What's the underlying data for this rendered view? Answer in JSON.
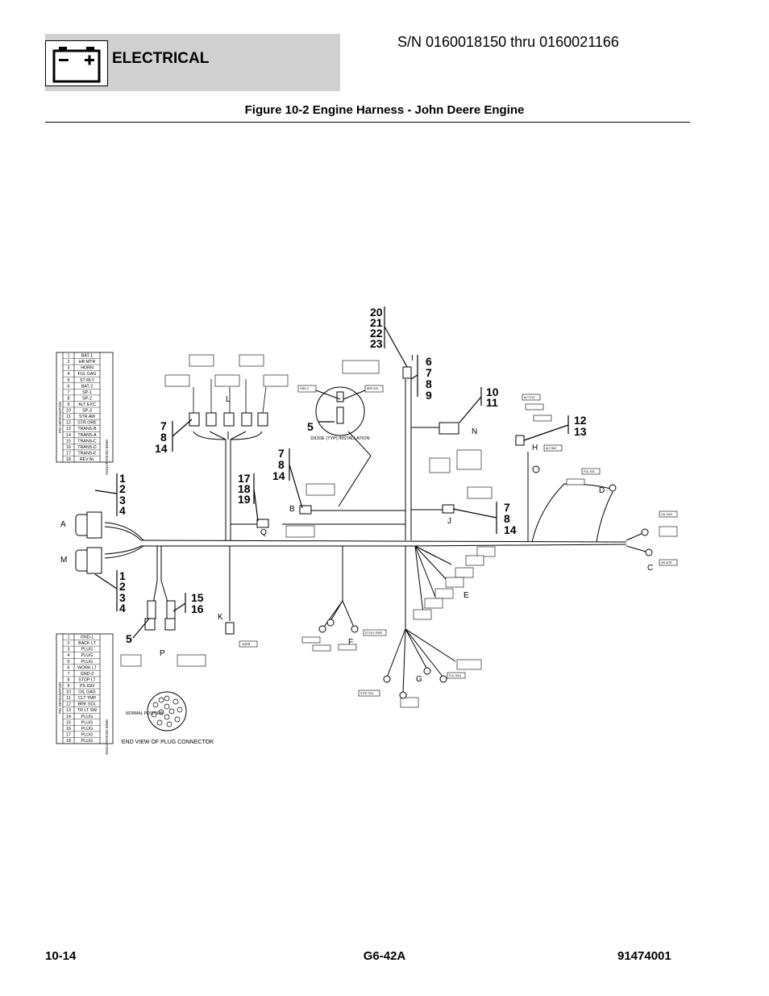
{
  "header": {
    "section_title": "ELECTRICAL",
    "serial": "S/N 0160018150 thru 0160021166"
  },
  "figure_title": "Figure 10-2 Engine Harness - John Deere Engine",
  "footer": {
    "page": "10-14",
    "model": "G6-42A",
    "doc_number": "91474001"
  },
  "callouts": {
    "group_20_23": [
      "20",
      "21",
      "22",
      "23"
    ],
    "group_6_9": [
      "6",
      "7",
      "8",
      "9"
    ],
    "group_10_11": [
      "10",
      "11"
    ],
    "group_12_13": [
      "12",
      "13"
    ],
    "group_7_8_14_a": [
      "7",
      "8",
      "14"
    ],
    "group_7_8_14_b": [
      "7",
      "8",
      "14"
    ],
    "group_7_8_14_c": [
      "7",
      "8",
      "14"
    ],
    "group_17_19": [
      "17",
      "18",
      "19"
    ],
    "group_1_4_a": [
      "1",
      "2",
      "3",
      "4"
    ],
    "group_1_4_b": [
      "1",
      "2",
      "3",
      "4"
    ],
    "group_15_16": [
      "15",
      "16"
    ],
    "item_5_a": "5",
    "item_5_b": "5"
  },
  "connector_letters": [
    "A",
    "B",
    "C",
    "D",
    "E",
    "F",
    "G",
    "H",
    "I",
    "J",
    "K",
    "L",
    "M",
    "N",
    "P",
    "Q"
  ],
  "table_a": {
    "header_pin": "PIN DESIGNATION",
    "header_wire": "WIRE DESIGNATION",
    "rows": [
      [
        "1",
        "BAT-1"
      ],
      [
        "2",
        "HR MTR"
      ],
      [
        "3",
        "HORN"
      ],
      [
        "4",
        "FUL GAG"
      ],
      [
        "5",
        "ST RLY"
      ],
      [
        "6",
        "BAT-2"
      ],
      [
        "7",
        "SP-1"
      ],
      [
        "8",
        "SP-2"
      ],
      [
        "9",
        "ALT EXC"
      ],
      [
        "10",
        "SP-3"
      ],
      [
        "11",
        "STR AW"
      ],
      [
        "12",
        "STR ORE"
      ],
      [
        "13",
        "TRANS-B"
      ],
      [
        "14",
        "TRANS-A"
      ],
      [
        "15",
        "TRANS-C"
      ],
      [
        "16",
        "TRANS-D"
      ],
      [
        "17",
        "TRANS-E"
      ],
      [
        "18",
        "REV AL"
      ]
    ]
  },
  "table_m": {
    "header_pin": "PIN DESIGNATION",
    "header_wire": "WIRE DESIGNATION",
    "rows": [
      [
        "1",
        "GND-1"
      ],
      [
        "2",
        "BACK LT"
      ],
      [
        "3",
        "PLUG"
      ],
      [
        "4",
        "PLUG"
      ],
      [
        "5",
        "PLUG"
      ],
      [
        "6",
        "WORK LT"
      ],
      [
        "7",
        "GND-2"
      ],
      [
        "8",
        "STOP LT"
      ],
      [
        "9",
        "PS IGN"
      ],
      [
        "10",
        "OIL GAG"
      ],
      [
        "11",
        "CLT TMP"
      ],
      [
        "12",
        "BRK SOL"
      ],
      [
        "13",
        "TR LT SW"
      ],
      [
        "14",
        "PLUG"
      ],
      [
        "15",
        "PLUG"
      ],
      [
        "16",
        "PLUG"
      ],
      [
        "17",
        "PLUG"
      ],
      [
        "18",
        "PLUG"
      ]
    ]
  },
  "notes": {
    "diode": "DIODE (TYP) INSTALLATION",
    "normal_position": "NORMAL POSITION",
    "end_view": "END VIEW OF PLUG CONNECTOR"
  },
  "wire_tags": {
    "horn": "HORN",
    "alt_exc": "ALT EXC",
    "alt_bat": "ALT BAT",
    "fuel_sol": "FUL SOL",
    "gnd_3": "GND-3",
    "brk_sol": "BRK SOL",
    "hr_mtr": "HR MTR",
    "st_rly_pwr": "ST RLY PWR",
    "strt_sol": "STRT SOL",
    "oil_gag": "OIL GAG",
    "ful_gag": "FUL GAG"
  }
}
